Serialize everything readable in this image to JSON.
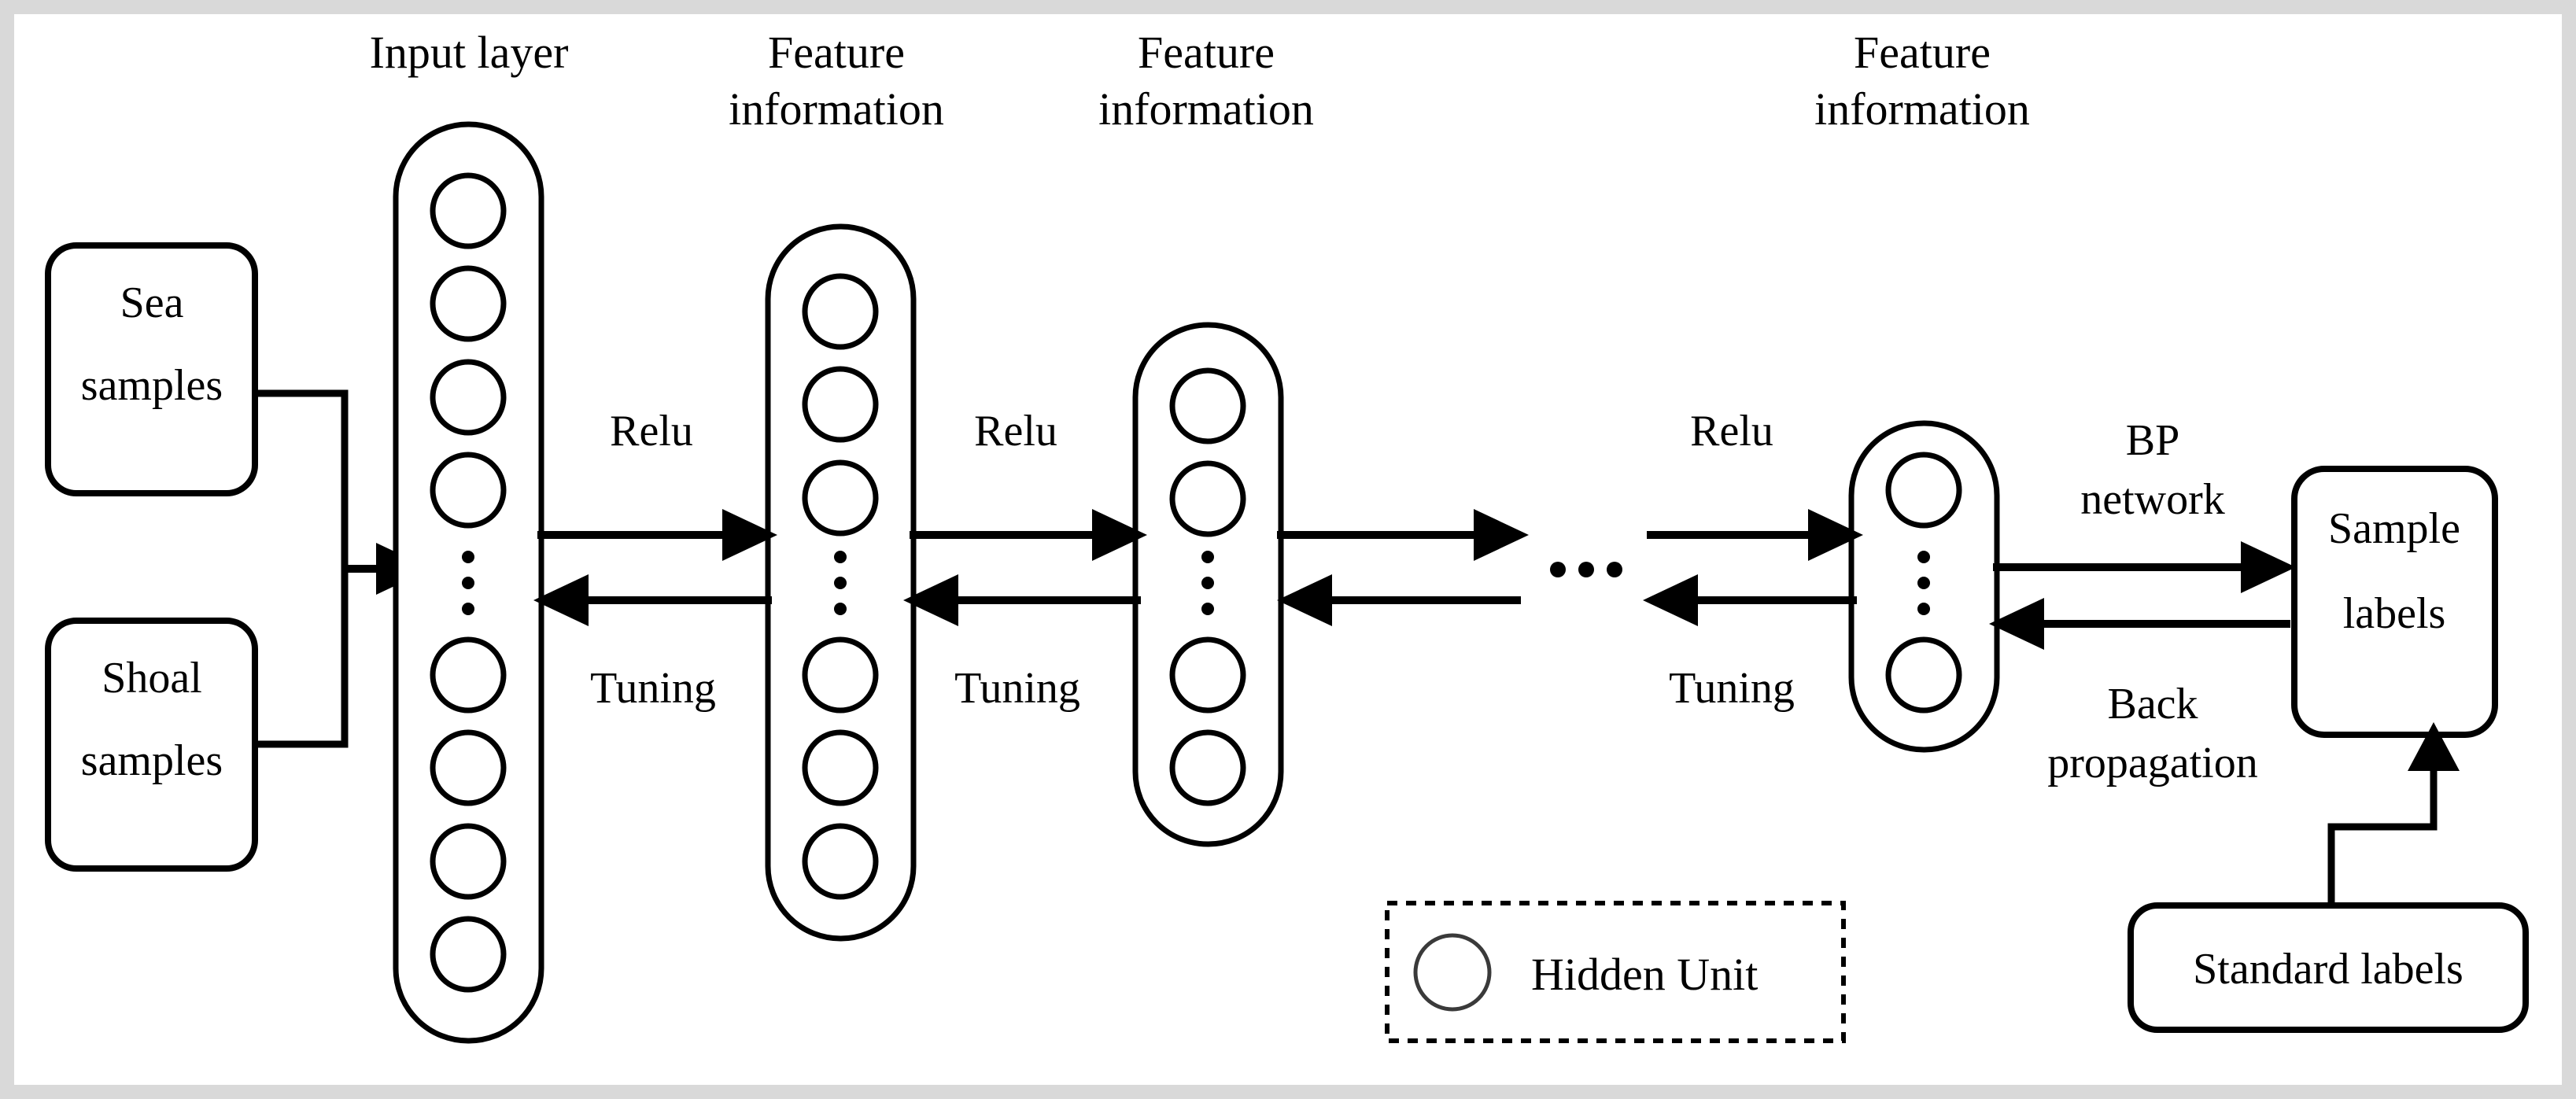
{
  "diagram": {
    "title": "BP neural network training schematic",
    "background_color": "#ffffff",
    "frame_color": "#d9d9d9",
    "stroke_color": "#000000"
  },
  "column_headers": [
    {
      "line1": "Input layer",
      "line2": ""
    },
    {
      "line1": "Feature",
      "line2": "information"
    },
    {
      "line1": "Feature",
      "line2": "information"
    },
    {
      "line1": "Feature",
      "line2": "information"
    }
  ],
  "input_boxes": [
    {
      "line1": "Sea",
      "line2": "samples"
    },
    {
      "line1": "Shoal",
      "line2": "samples"
    }
  ],
  "layers": [
    {
      "name": "input-layer",
      "top_units": 4,
      "bottom_units": 4,
      "ellipsis": "vertical"
    },
    {
      "name": "hidden-layer-1",
      "top_units": 3,
      "bottom_units": 3,
      "ellipsis": "vertical"
    },
    {
      "name": "hidden-layer-2",
      "top_units": 2,
      "bottom_units": 2,
      "ellipsis": "vertical"
    },
    {
      "name": "hidden-layer-n",
      "top_units": 1,
      "bottom_units": 1,
      "ellipsis": "vertical"
    }
  ],
  "forward_labels": [
    "Relu",
    "Relu",
    "Relu"
  ],
  "backward_labels": [
    "Tuning",
    "Tuning",
    "Tuning"
  ],
  "output_edge": {
    "forward_line1": "BP",
    "forward_line2": "network",
    "backward_line1": "Back",
    "backward_line2": "propagation"
  },
  "output_box": {
    "line1": "Sample",
    "line2": "labels"
  },
  "reference_box": {
    "label": "Standard labels"
  },
  "legend": {
    "icon": "hidden-unit-circle-icon",
    "label": "Hidden Unit"
  },
  "continuation_ellipsis": "..."
}
